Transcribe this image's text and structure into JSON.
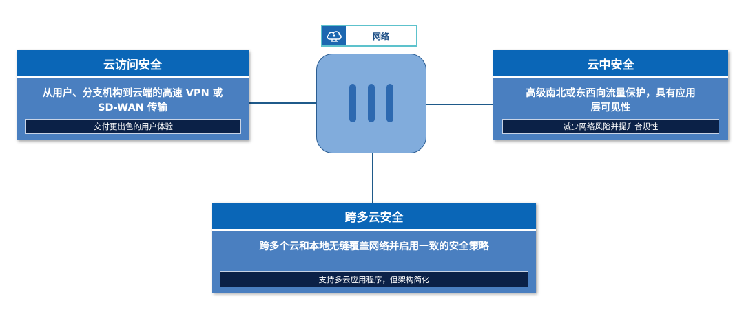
{
  "network_label": {
    "text": "网络",
    "icon": "cloud-network-icon"
  },
  "left_card": {
    "title": "云访问安全",
    "text_line1": "从用户、分支机构到云端的高速 VPN 或",
    "text_line2": "SD-WAN 传输",
    "bar": "交付更出色的用户体验"
  },
  "right_card": {
    "title": "云中安全",
    "text_line1": "高级南北或东西向流量保护，具有应用",
    "text_line2": "层可见性",
    "bar": "减少网络风险并提升合规性"
  },
  "bottom_card": {
    "title": "跨多云安全",
    "text_line1": "跨多个云和本地无缝覆盖网络并启用一致的安全策略",
    "bar": "支持多云应用程序，但架构简化"
  },
  "colors": {
    "card_body": "#4a7fc0",
    "card_title": "#0a66b7",
    "card_bar": "#0b2147",
    "hub_fill": "#81acdc",
    "connector": "#1f5a8a",
    "label_border": "#5dc2cc"
  }
}
